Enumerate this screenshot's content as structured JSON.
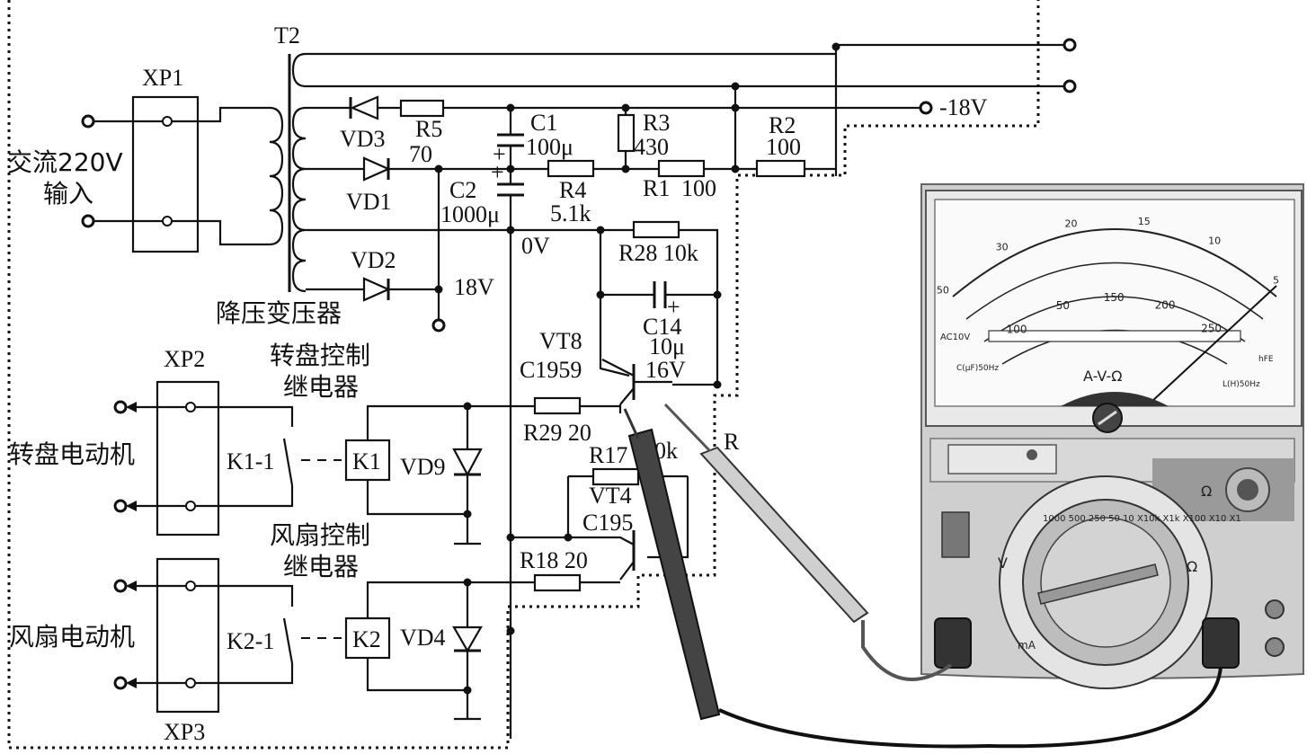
{
  "labels": {
    "t2": "T2",
    "xp1": "XP1",
    "ac_input_line1": "交流220V",
    "ac_input_line2": "输入",
    "step_down": "降压变压器",
    "vd3": "VD3",
    "vd1": "VD1",
    "vd2": "VD2",
    "r5": "R5",
    "r5_val": "70",
    "c1": "C1",
    "c1_val": "100μ",
    "c2": "C2",
    "c2_val": "1000μ",
    "r3": "R3",
    "r3_val": "430",
    "r4": "R4",
    "r4_val": "5.1k",
    "r1": "R1",
    "r1_val": "100",
    "r2": "R2",
    "r2_val": "100",
    "neg18": "-18V",
    "v0": "0V",
    "v18": "18V",
    "r28": "R28 10k",
    "c14": "C14",
    "c14_val": "10μ",
    "c14_v": "16V",
    "vt8": "VT8",
    "vt8_type": "C1959",
    "r29": "R29 20",
    "r17": "R17",
    "r17_val": "10k",
    "vt4": "VT4",
    "vt4_type": "C195",
    "r18": "R18 20",
    "rcut": "R",
    "xp2": "XP2",
    "xp3": "XP3",
    "relay1_line1": "转盘控制",
    "relay1_line2": "继电器",
    "relay2_line1": "风扇控制",
    "relay2_line2": "继电器",
    "motor1": "转盘电动机",
    "motor2": "风扇电动机",
    "k1_1": "K1-1",
    "k1": "K1",
    "vd9": "VD9",
    "k2_1": "K2-1",
    "k2": "K2",
    "vd4": "VD4",
    "plus": "+"
  },
  "meter": {
    "scale_top": [
      "50",
      "30",
      "20",
      "15",
      "10",
      "5"
    ],
    "scale_mid": [
      "100",
      "50",
      "150",
      "200",
      "250"
    ],
    "label_ac": "AC10V",
    "label_c": "C(μF)50Hz",
    "label_l": "L(H)50Hz",
    "label_hfe": "hFE",
    "label_avo": "A-V-Ω",
    "label_v": "V",
    "label_ohm": "Ω",
    "label_ma": "mA",
    "dial_ring": "1000 500 250 50 10  X10k X1k X100 X10 X1"
  }
}
